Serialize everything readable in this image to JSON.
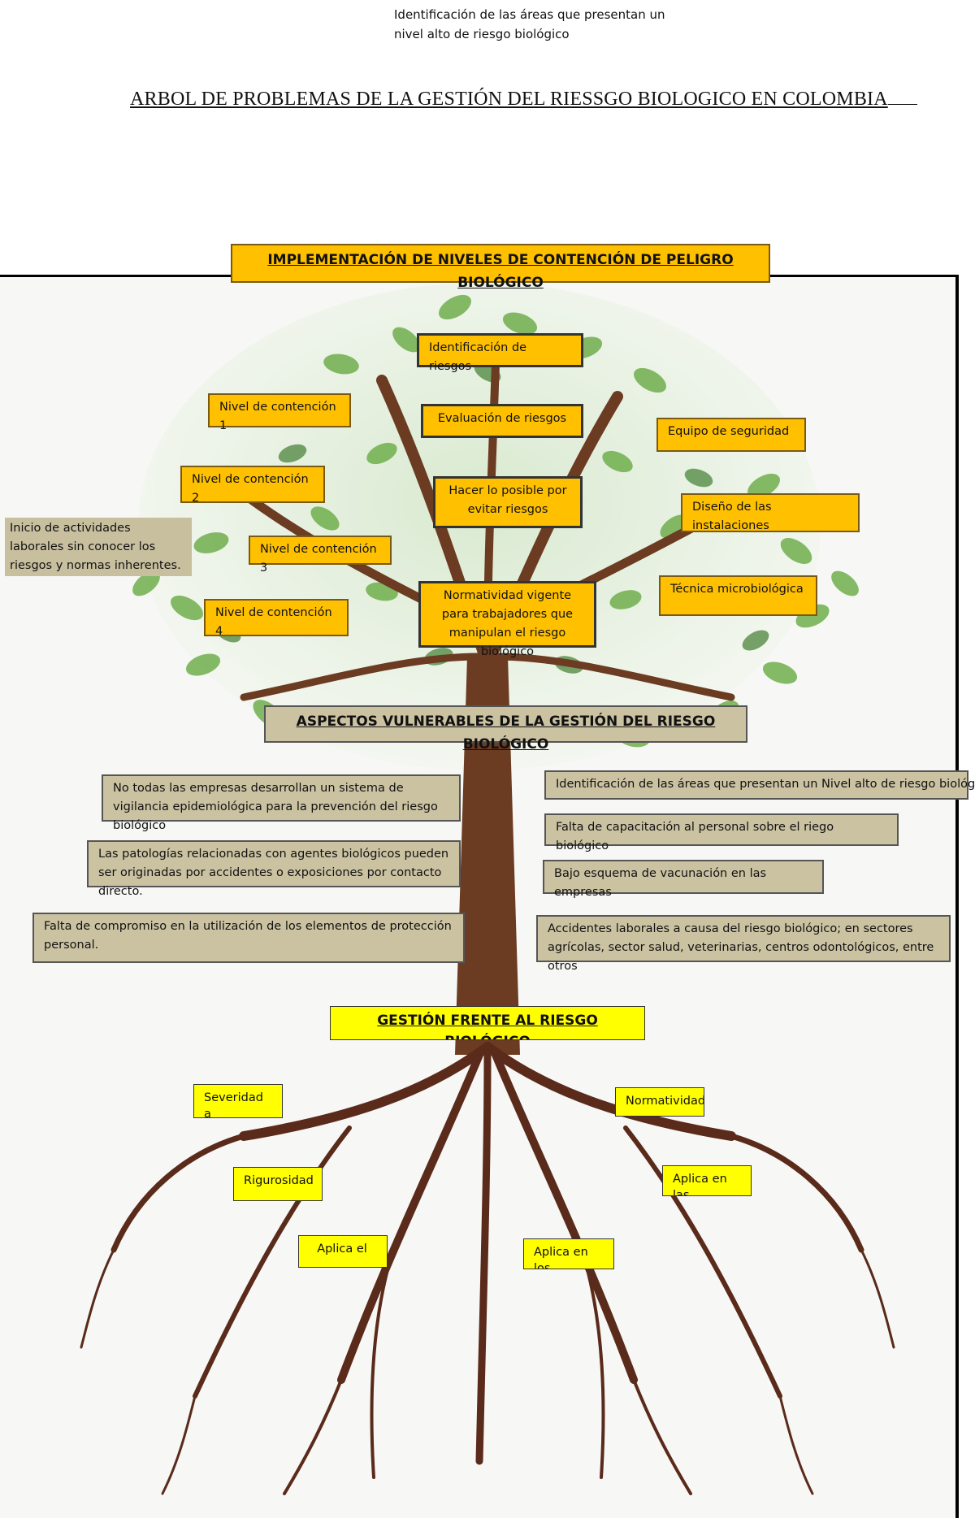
{
  "top_note": "Identificación de las áreas que presentan un nivel alto de riesgo biológico",
  "main_title": "ARBOL DE PROBLEMAS DE LA GESTIÓN DEL RIESSGO BIOLOGICO EN COLOMBIA",
  "colors": {
    "orange": "#ffc000",
    "tan": "#cbc2a2",
    "yellow": "#ffff00",
    "leaf": "#6fae4c",
    "trunk": "#6b3b22"
  },
  "crown": {
    "heading": "IMPLEMENTACIÓN DE NIVELES DE CONTENCIÓN DE PELIGRO BIOLÓGICO",
    "identificacion": "Identificación de riesgos",
    "nivel1": "Nivel de contención 1",
    "evaluacion": "Evaluación de riesgos",
    "equipo": "Equipo de seguridad",
    "nivel2": "Nivel de contención 2",
    "hacer": "Hacer lo posible por evitar riesgos",
    "diseno": "Diseño de las instalaciones",
    "inicio": "Inicio de actividades laborales sin conocer los riesgos y normas inherentes.",
    "nivel3": "Nivel de contención 3",
    "tecnica": "Técnica microbiológica",
    "nivel4": "Nivel de contención 4",
    "normatividad": "Normatividad vigente para trabajadores que manipulan el riesgo biológico"
  },
  "trunk": {
    "heading": "ASPECTOS VULNERABLES DE LA GESTIÓN DEL RIESGO BIOLÓGICO",
    "empresas": "No todas las empresas desarrollan un sistema de vigilancia epidemiológica para la prevención del riesgo biológico",
    "areas": "Identificación de las áreas que presentan un Nivel alto de riesgo biológico",
    "capacitacion": "Falta de capacitación al personal sobre el riego biológico",
    "patologias": "Las patologías relacionadas con agentes biológicos pueden ser originadas por accidentes o exposiciones por contacto directo.",
    "vacunacion": "Bajo esquema de vacunación en las empresas",
    "compromiso": "Falta de compromiso en la utilización de los elementos de protección personal.",
    "accidentes": "Accidentes laborales a causa del riesgo biológico; en sectores agrícolas, sector salud, veterinarias, centros odontológicos, entre otros"
  },
  "roots": {
    "heading": "GESTIÓN FRENTE AL RIESGO BIOLÓGICO",
    "severidad": "Severidad a",
    "normatividad": "Normatividad",
    "rigurosidad": "Rigurosidad",
    "aplica_las": "Aplica en las",
    "aplica_el": "Aplica el",
    "aplica_los": "Aplica en los"
  }
}
